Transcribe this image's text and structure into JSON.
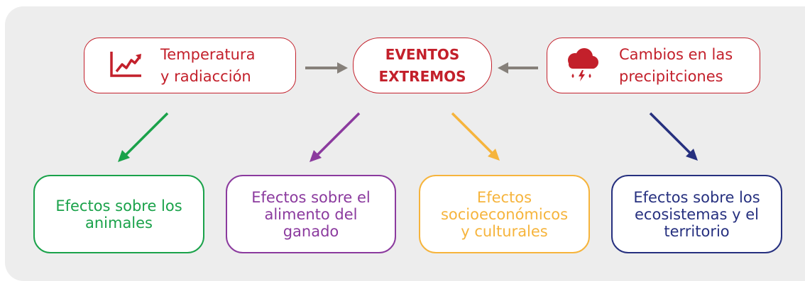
{
  "colors": {
    "red": "#c3202b",
    "grey_arrow": "#86807a",
    "green": "#1aa24a",
    "purple": "#8b3a9e",
    "yellow": "#f6b43c",
    "navy": "#26307f"
  },
  "top": {
    "temperature": {
      "icon": "rising-chart-icon",
      "text": "Temperatura\ny radiacción"
    },
    "events": {
      "text": "EVENTOS\nEXTREMOS"
    },
    "precipitation": {
      "icon": "storm-cloud-icon",
      "text": "Cambios en las\nprecipitciones"
    }
  },
  "effects": [
    {
      "text": "Efectos sobre los\nanimales"
    },
    {
      "text": "Efectos sobre el\nalimento del\nganado"
    },
    {
      "text": "Efectos\nsocioeconómicos\ny culturales"
    },
    {
      "text": "Efectos sobre los\necosistemas y el\nterritorio"
    }
  ]
}
